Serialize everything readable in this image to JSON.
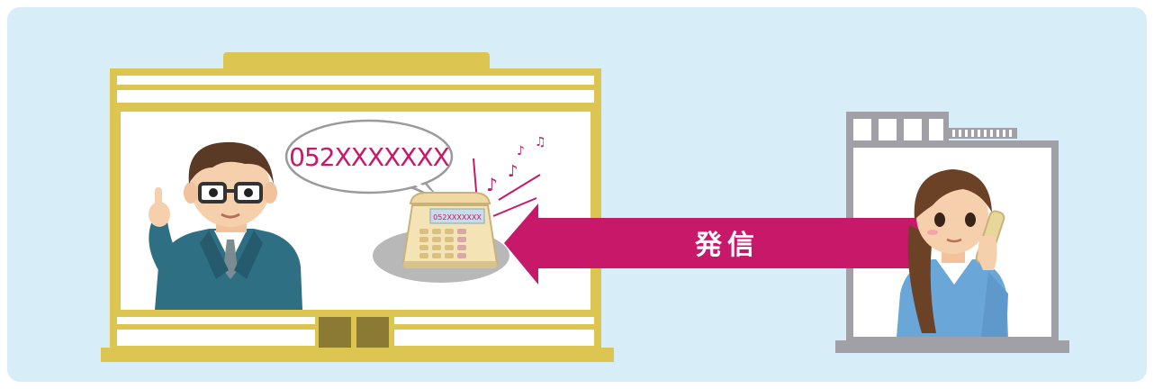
{
  "caller_number": "052XXXXXXX",
  "phone_display_number": "052XXXXXXX",
  "action_label": "発信",
  "colors": {
    "background": "#d7edf8",
    "building_frame": "#dcc550",
    "office_frame": "#a0a0a6",
    "arrow": "#c8186a",
    "number_text": "#c8186a"
  }
}
